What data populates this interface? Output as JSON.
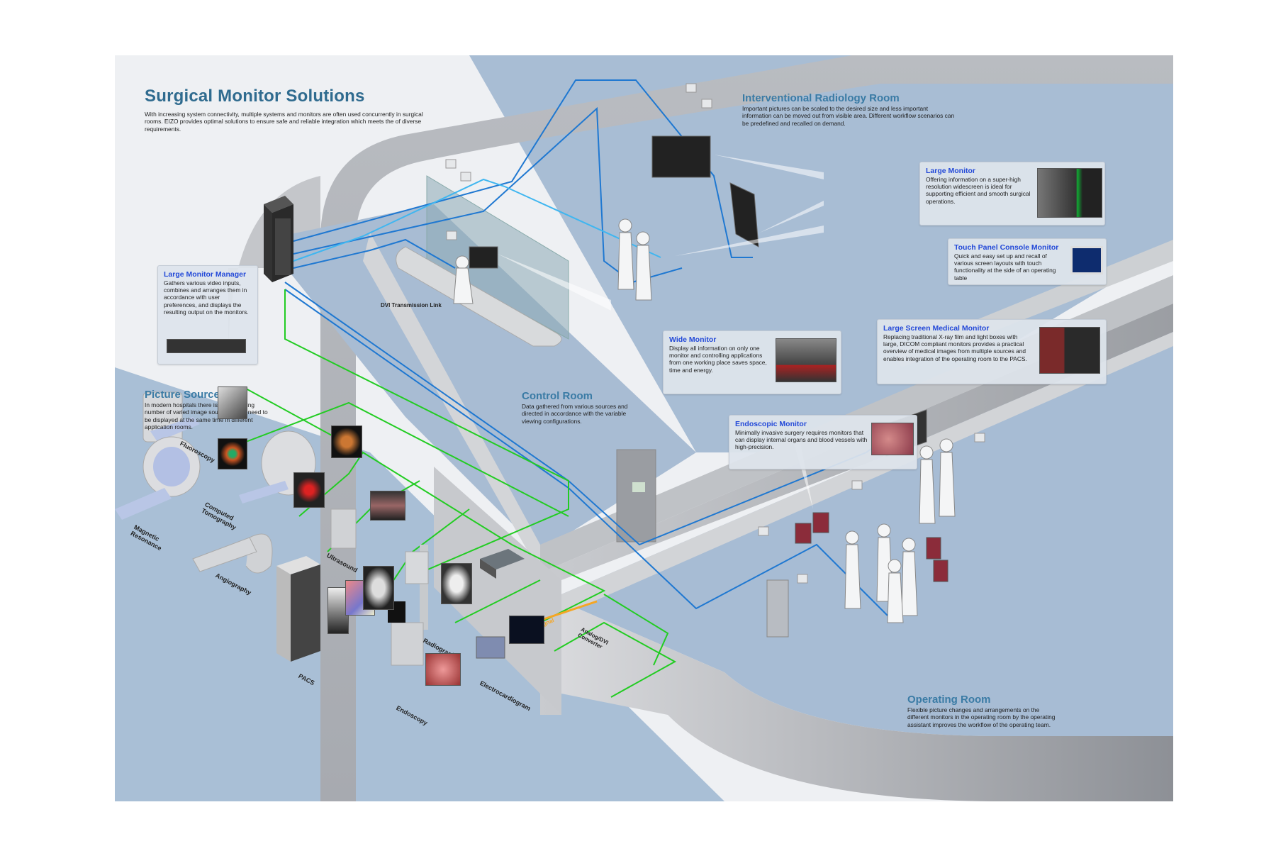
{
  "header": {
    "title": "Surgical Monitor Solutions",
    "intro": "With increasing system connectivity, multiple systems and monitors are often used concurrently in surgical rooms. EIZO provides optimal solutions to ensure safe and reliable integration which meets the of diverse requirements."
  },
  "rooms": {
    "interventional": {
      "title": "Interventional Radiology Room",
      "text": "Important pictures can be scaled to the desired size and less important information can be moved out from visible area. Different workflow scenarios can be predefined and recalled on demand."
    },
    "control": {
      "title": "Control Room",
      "text": "Data gathered from various sources and directed in accordance with the variable viewing configurations."
    },
    "picture_sources": {
      "title": "Picture Sources",
      "text": "In modern hospitals there is an increasing number of varied image sources which need to be displayed at the same time in different application rooms."
    },
    "operating": {
      "title": "Operating Room",
      "text": "Flexible picture changes and arrangements on the different monitors in the operating room by the operating assistant improves the workflow of the operating team."
    }
  },
  "cards": {
    "large_monitor_manager": {
      "title": "Large Monitor Manager",
      "text": "Gathers various video inputs, combines and arranges them in accordance with user preferences, and displays the resulting output on the monitors."
    },
    "large_monitor": {
      "title": "Large Monitor",
      "text": "Offering information on a super-high resolution widescreen is ideal for supporting efficient and smooth surgical operations."
    },
    "touch_panel": {
      "title": "Touch Panel Console Monitor",
      "text": "Quick and easy set up and recall of various screen layouts with touch functionality at the side of an operating table"
    },
    "wide_monitor": {
      "title": "Wide Monitor",
      "text": "Display all information on only one monitor and controlling applications from one working place saves space, time and energy."
    },
    "large_screen_medical": {
      "title": "Large Screen Medical Monitor",
      "text": "Replacing traditional X-ray film and light boxes with large, DICOM compliant monitors provides a practical overview of medical images from multiple sources and enables integration of the operating room to the PACS."
    },
    "endoscopic": {
      "title": "Endoscopic Monitor",
      "text": "Minimally invasive surgery requires monitors that can display internal organs and blood vessels with high-precision."
    }
  },
  "labels": {
    "dvi_link": "DVI Transmission Link",
    "analog_signal": "Analog Signal",
    "analog_converter": "Analog/DVI Converter"
  },
  "sources": [
    {
      "name": "Fluoroscopy"
    },
    {
      "name": "Magnetic Resonance"
    },
    {
      "name": "Computed Tomography"
    },
    {
      "name": "Angiography"
    },
    {
      "name": "Ultrasound"
    },
    {
      "name": "PACS"
    },
    {
      "name": "Radiography"
    },
    {
      "name": "Endoscopy"
    },
    {
      "name": "Electrocardiogram"
    }
  ],
  "colors": {
    "link_blue": "#1f78d1",
    "link_light_blue": "#3fb6f0",
    "link_green": "#22cc22",
    "analog_orange": "#f5a623",
    "floor_blue": "#a9bfd6",
    "title_blue": "#2f6b8f",
    "card_title_blue": "#2349d8"
  }
}
